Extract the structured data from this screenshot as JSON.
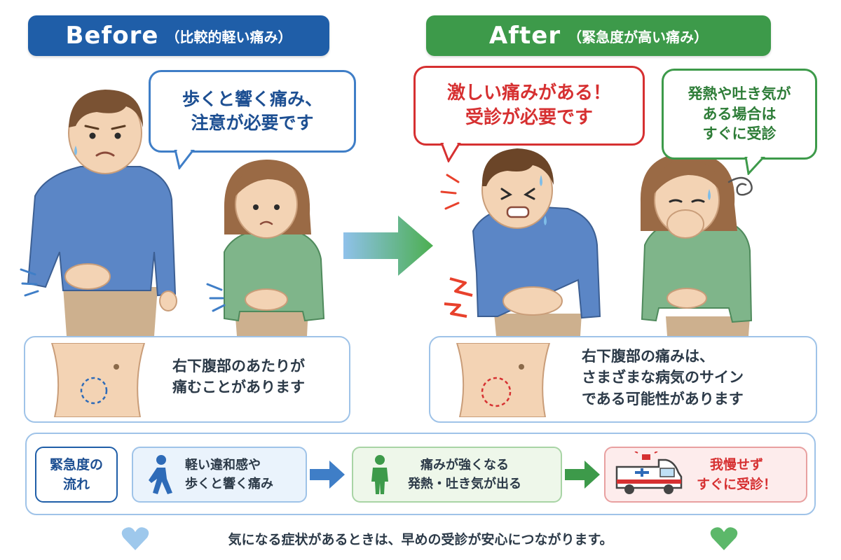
{
  "before": {
    "title": "Before",
    "subtitle": "（比較的軽い痛み）",
    "bubble_line1": "歩くと響く痛み、",
    "bubble_line2": "注意が必要です",
    "info_line1": "右下腹部のあたりが",
    "info_line2": "痛むことがあります"
  },
  "after": {
    "title": "After",
    "subtitle": "（緊急度が高い痛み）",
    "bubble_red_line1": "激しい痛みがある！",
    "bubble_red_line2": "受診が必要です",
    "bubble_green_line1": "発熱や吐き気が",
    "bubble_green_line2": "ある場合は",
    "bubble_green_line3": "すぐに受診",
    "info_line1": "右下腹部の痛みは、",
    "info_line2": "さまざまな病気のサイン",
    "info_line3": "である可能性があります"
  },
  "flow": {
    "label_line1": "緊急度の",
    "label_line2": "流れ",
    "step1_line1": "軽い違和感や",
    "step1_line2": "歩くと響く痛み",
    "step2_line1": "痛みが強くなる",
    "step2_line2": "発熱・吐き気が出る",
    "step3_line1": "我慢せず",
    "step3_line2": "すぐに受診！"
  },
  "footer": "気になる症状があるときは、早めの受診が安心につながります。",
  "colors": {
    "before_blue": "#1f5ea8",
    "after_green": "#3d9a4a",
    "alert_red": "#d63031",
    "box_border": "#9fc3e8",
    "skin": "#f3d3b4",
    "shirt_blue": "#5b86c6",
    "shirt_green": "#7fb58a"
  },
  "icons": [
    "walking-person-icon",
    "standing-person-icon",
    "ambulance-icon",
    "heart-icon",
    "arrow-right-icon",
    "pain-spark-icon",
    "dizzy-swirl-icon"
  ]
}
